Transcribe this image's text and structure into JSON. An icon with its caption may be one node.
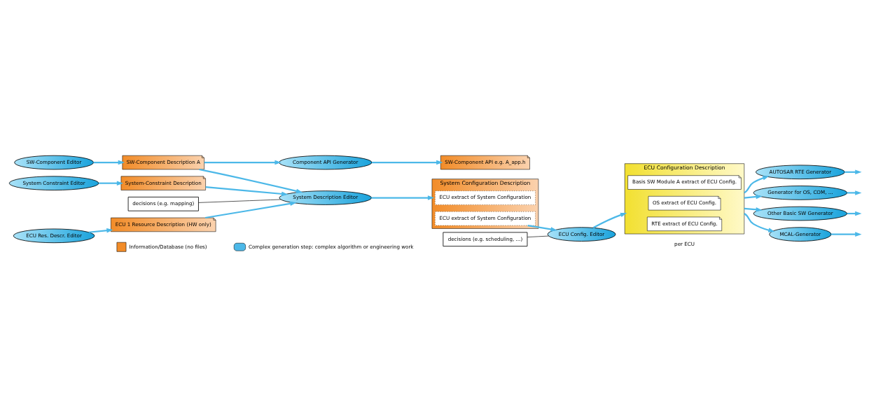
{
  "diagram": {
    "nodes": [
      {
        "text": [
          "SW-Component Editor"
        ]
      },
      {
        "text": [
          "SW-Component Description A"
        ]
      },
      {
        "text": [
          "Component API Generator"
        ]
      },
      {
        "text": [
          "SW-Component API e.g. A_app.h"
        ]
      },
      {
        "text": [
          "System Constraint Editor"
        ]
      },
      {
        "text": [
          "System-Constraint Description"
        ]
      },
      {
        "text": [
          "System Description Editor"
        ]
      },
      {
        "text": [
          "decisions (e.g. mapping)"
        ]
      },
      {
        "text": [
          "System Configuration Description"
        ]
      },
      {
        "text": [
          "ECU extract of System Configuration"
        ],
        "in": 8
      },
      {
        "text": [
          "ECU extract of System Configuration"
        ],
        "in": 8
      },
      {
        "text": [
          "ECU Res. Descr. Editor"
        ]
      },
      {
        "text": [
          "ECU 1 Resource Description (HW only)"
        ]
      },
      {
        "text": [
          "ECU Config. Editor"
        ]
      },
      {
        "text": [
          "decisions (e.g. scheduling, ...)"
        ]
      },
      {
        "text": [
          "ECU Configuration Description"
        ]
      },
      {
        "text": [
          "RTE extract of ECU Config."
        ],
        "in": 15
      },
      {
        "text": [
          "OS extract of ECU Config."
        ],
        "in": 15
      },
      {
        "text": [
          "Basis SW Module A extract of ECU Config."
        ],
        "in": 15
      },
      {
        "text": [
          "AUTOSAR RTE Generator"
        ]
      },
      {
        "text": [
          "Generator for OS, COM, ..."
        ]
      },
      {
        "text": [
          "Other Basic SW Generator"
        ]
      },
      {
        "text": [
          "MCAL-Generator"
        ]
      }
    ],
    "edges": [
      {
        "from": 0,
        "to": 1,
        "arrow": "to"
      },
      {
        "from": 1,
        "to": 2,
        "arrow": "to"
      },
      {
        "from": 2,
        "to": 3,
        "arrow": "to"
      },
      {
        "from": 1,
        "to": 6,
        "arrow": "to"
      },
      {
        "from": 4,
        "to": 5,
        "arrow": "to"
      },
      {
        "from": 5,
        "to": 6,
        "arrow": "to"
      },
      {
        "from": 11,
        "to": 12,
        "arrow": "to"
      },
      {
        "from": 12,
        "to": 6,
        "arrow": "to"
      },
      {
        "from": 7,
        "to": 6,
        "arrow": "none",
        "color": "#000000"
      },
      {
        "from": 6,
        "to": 8,
        "arrow": "to"
      },
      {
        "from": 9,
        "to": 13,
        "arrow": "to"
      },
      {
        "from": 14,
        "to": 13,
        "arrow": "none",
        "color": "#000000"
      },
      {
        "from": 13,
        "to": 15,
        "arrow": "to"
      },
      {
        "from": 15,
        "to": 19,
        "arrow": "to"
      },
      {
        "from": 15,
        "to": 20,
        "arrow": "to"
      },
      {
        "from": 15,
        "to": 21,
        "arrow": "to"
      },
      {
        "from": 15,
        "to": 22,
        "arrow": "to"
      },
      {
        "from": 19,
        "to": null,
        "arrow": "to"
      },
      {
        "from": 20,
        "to": null,
        "arrow": "to"
      },
      {
        "from": 21,
        "to": null,
        "arrow": "to"
      },
      {
        "from": 22,
        "to": null,
        "arrow": "to"
      }
    ],
    "labels": [
      "per ECU"
    ],
    "legend": [
      {
        "text": "Information/Database (no files)",
        "color": "#f28c28"
      },
      {
        "text": "Complex generation step: complex algorithm or engineering work"
      }
    ]
  }
}
